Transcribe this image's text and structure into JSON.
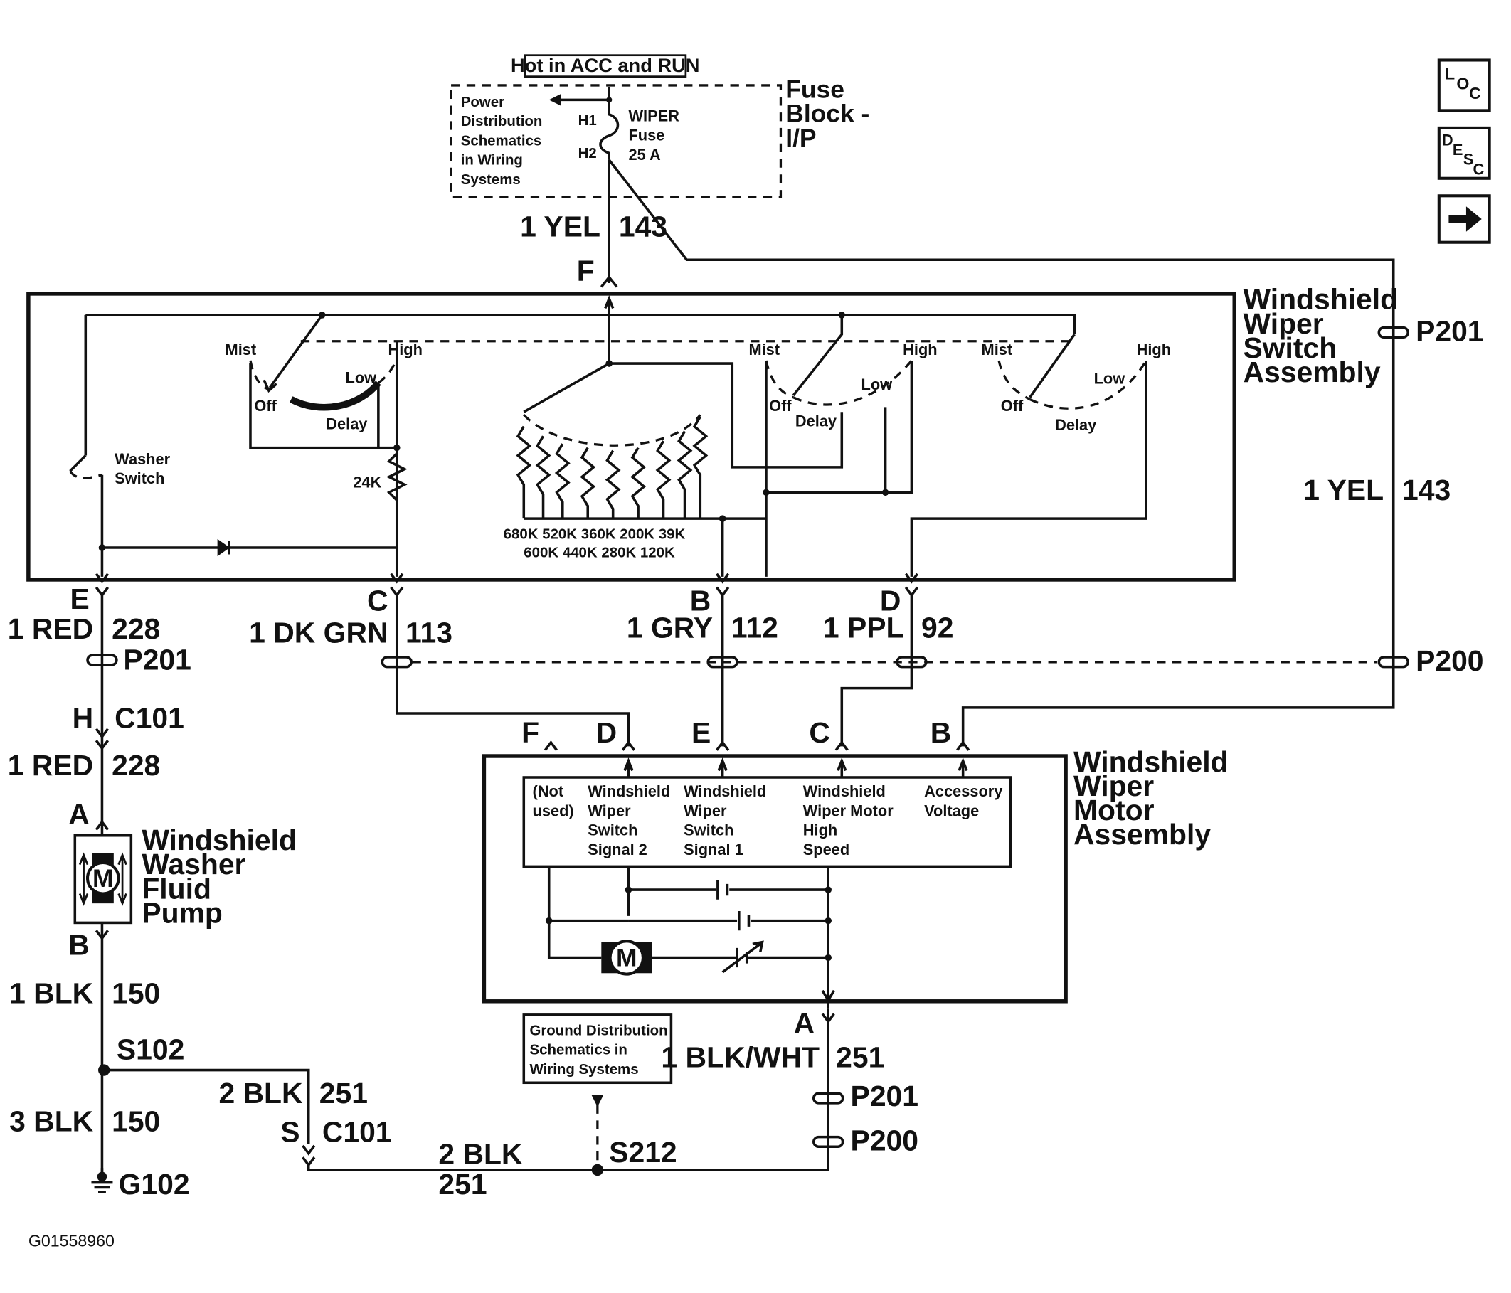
{
  "power_note": "Hot in ACC and RUN",
  "fuse_block": {
    "title_lines": [
      "Fuse",
      "Block -",
      "I/P"
    ],
    "ref_lines": [
      "Power",
      "Distribution",
      "Schematics",
      "in Wiring",
      "Systems"
    ],
    "fuse_lines": [
      "WIPER",
      "Fuse",
      "25 A"
    ],
    "pin_h1": "H1",
    "pin_h2": "H2"
  },
  "nav_buttons": [
    {
      "name": "loc-button",
      "text": "LOC"
    },
    {
      "name": "desc-button",
      "text": "DESC"
    },
    {
      "name": "next-arrow-button",
      "text": "→"
    }
  ],
  "wires": {
    "feed_color": "1 YEL",
    "feed_circuit": "143",
    "feed_pin": "F",
    "right_color": "1 YEL",
    "right_circuit": "143",
    "e_pin": "E",
    "e_color": "1 RED",
    "e_circuit": "228",
    "c_pin": "C",
    "c_color": "1 DK GRN",
    "c_circuit": "113",
    "b_pin": "B",
    "b_color": "1 GRY",
    "b_circuit": "112",
    "d_pin": "D",
    "d_color": "1 PPL",
    "d_circuit": "92",
    "h_pin": "H",
    "h_conn": "C101",
    "red2_color": "1 RED",
    "red2_circuit": "228",
    "pump_a": "A",
    "pump_b": "B",
    "blk1_color": "1 BLK",
    "blk1_circuit": "150",
    "s102": "S102",
    "blk3_color": "3 BLK",
    "blk3_circuit": "150",
    "g102": "G102",
    "blk2_color": "2 BLK",
    "blk2_circuit": "251",
    "s_pin": "S",
    "s_conn": "C101",
    "blk2b_color": "2 BLK",
    "blk2b_circuit": "251",
    "s212": "S212",
    "motor_a": "A",
    "blkwht_color": "1 BLK/WHT",
    "blkwht_circuit": "251"
  },
  "connectors": {
    "p201": "P201",
    "p200": "P200"
  },
  "switch_assembly": {
    "title_lines": [
      "Windshield",
      "Wiper",
      "Switch",
      "Assembly"
    ],
    "mist": "Mist",
    "high": "High",
    "low": "Low",
    "off": "Off",
    "delay": "Delay",
    "washer_lines": [
      "Washer",
      "Switch"
    ],
    "resistor_24k": "24K",
    "resistors_row1": "680K 520K  360K  200K 39K",
    "resistors_row2": "600K  440K  280K  120K"
  },
  "pump": {
    "title_lines": [
      "Windshield",
      "Washer",
      "Fluid",
      "Pump"
    ],
    "motor_symbol": "M"
  },
  "motor_assembly": {
    "title_lines": [
      "Windshield",
      "Wiper",
      "Motor",
      "Assembly"
    ],
    "pin_labels": [
      "F",
      "D",
      "E",
      "C",
      "B"
    ],
    "functions": [
      {
        "lines": [
          "(Not",
          "used)"
        ]
      },
      {
        "lines": [
          "Windshield",
          "Wiper",
          "Switch",
          "Signal 2"
        ]
      },
      {
        "lines": [
          "Windshield",
          "Wiper",
          "Switch",
          "Signal 1"
        ]
      },
      {
        "lines": [
          "Windshield",
          "Wiper Motor",
          "High",
          "Speed"
        ]
      },
      {
        "lines": [
          "Accessory",
          "Voltage"
        ]
      }
    ],
    "motor_symbol": "M"
  },
  "ground_ref_lines": [
    "Ground Distribution",
    "Schematics in",
    "Wiring Systems"
  ],
  "figure_id": "G01558960"
}
